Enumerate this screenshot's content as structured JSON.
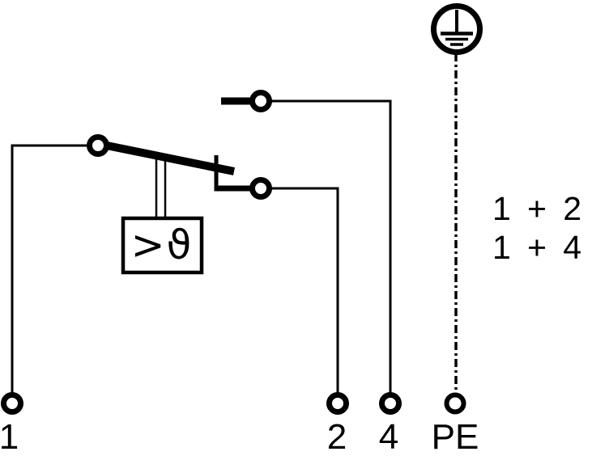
{
  "colors": {
    "ink": "#000000",
    "background": "#ffffff"
  },
  "diagram": {
    "kind": "thermal-protection-switch-wiring-schematic",
    "thermal_element_label": ">ϑ",
    "terminals": {
      "t1": "1",
      "t2": "2",
      "t4": "4",
      "pe": "PE"
    },
    "contact_pairs": [
      "1 + 2",
      "1 + 4"
    ],
    "icons": {
      "protective_earth": "protective-earth-icon"
    }
  }
}
